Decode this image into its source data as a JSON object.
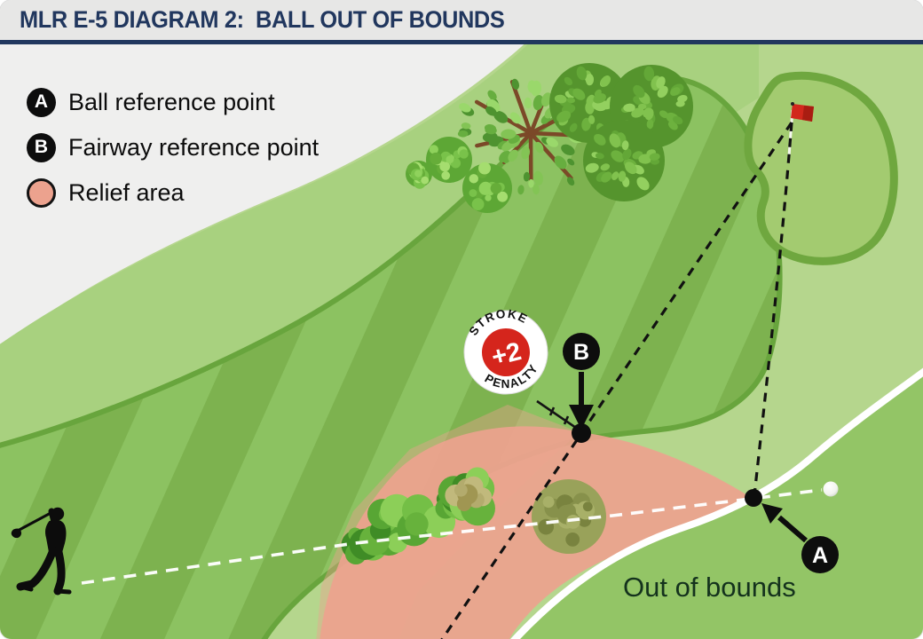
{
  "header": {
    "title": "MLR E-5 DIAGRAM 2:  BALL OUT OF BOUNDS"
  },
  "legend": {
    "items": [
      {
        "symbol": "A",
        "label": "Ball reference point"
      },
      {
        "symbol": "B",
        "label": "Fairway reference point"
      },
      {
        "symbol": "relief-circle",
        "label": "Relief area"
      }
    ]
  },
  "markers": {
    "a": "A",
    "b": "B"
  },
  "penalty_badge": {
    "top": "STROKE",
    "value": "+2",
    "bottom": "PENALTY"
  },
  "annotations": {
    "out_of_bounds": "Out of bounds"
  },
  "colors": {
    "navy": "#21375e",
    "relief_area": "#eca28e",
    "penalty_red": "#d5251c",
    "flag_red": "#d2281c",
    "fairway_dark": "#7db24f",
    "fairway_light": "#8cc261",
    "rough_light": "#a8d17f",
    "background_green": "#b5d68d",
    "out_of_bounds_green": "#93c566",
    "marker_black": "#0d0d0d"
  }
}
